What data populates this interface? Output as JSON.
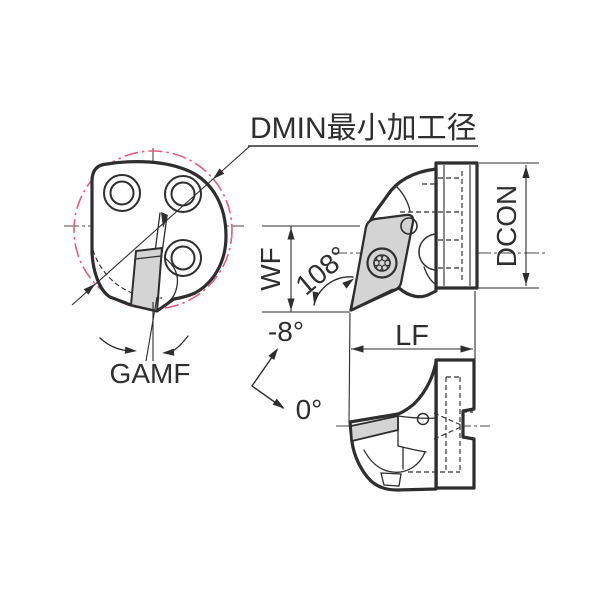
{
  "labels": {
    "dmin": "DMIN最小加工径",
    "gamf": "GAMF",
    "wf": "WF",
    "included_angle": "108°",
    "rake_angle": "-8°",
    "inclination_angle": "0°",
    "lf": "LF",
    "dcon": "DCON"
  },
  "colors": {
    "line": "#2e2e2e",
    "centerline": "#4a4a4a",
    "dmin_circle": "#e15f80",
    "insert_fill": "#d4d4d4",
    "background": "#ffffff"
  }
}
